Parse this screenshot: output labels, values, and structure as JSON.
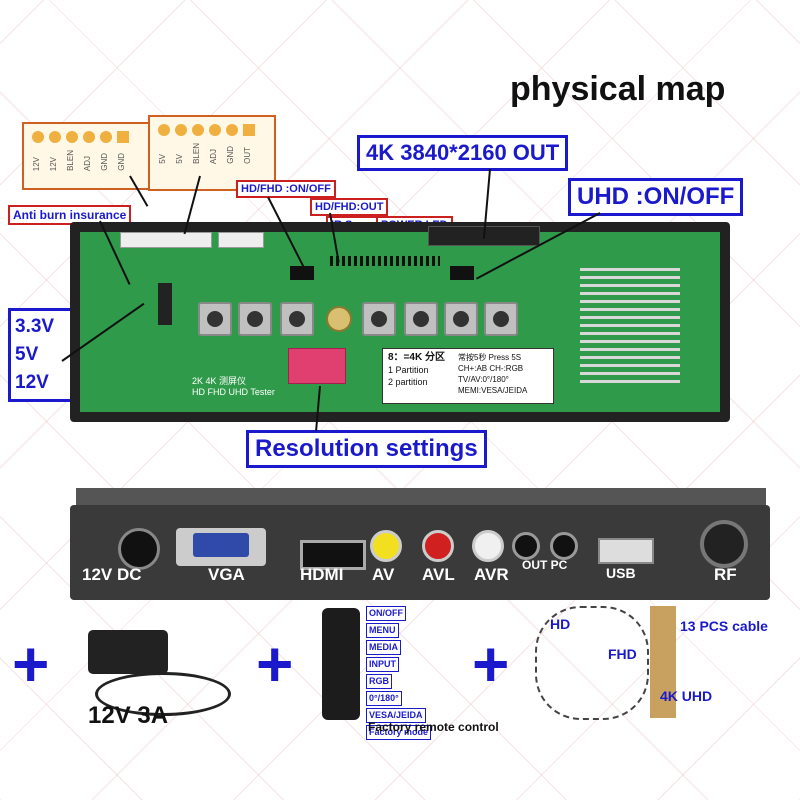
{
  "title": "physical map",
  "labels": {
    "out4k": "4K 3840*2160 OUT",
    "uhd": "UHD :ON/OFF",
    "hdfhd_onoff": "HD/FHD :ON/OFF",
    "hdfhd_out": "HD/FHD:OUT",
    "ir_sensor": "IR Sensor",
    "power_led": "POWER LED",
    "anti_burn": "Anti burn insurance",
    "v33": "3.3V",
    "v5": "5V",
    "v12": "12V",
    "resolution": "Resolution settings"
  },
  "pins_left": [
    "12V",
    "12V",
    "BLEN",
    "ADJ",
    "GND",
    "GND"
  ],
  "pins_right": [
    "5V",
    "5V",
    "BLEN",
    "ADJ",
    "GND",
    "OUT"
  ],
  "board": {
    "silk": "2K 4K 测屏仪",
    "silk2": "HD FHD UHD Tester",
    "info_lines": [
      "8：=4K 分区",
      "1 Partition",
      "2 partition"
    ],
    "info_right": [
      "常按5秒 Press 5S",
      "CH+:AB  CH-:RGB",
      "TV/AV:0°/180°",
      "MEMI:VESA/JEIDA"
    ]
  },
  "ports": [
    "12V DC",
    "VGA",
    "HDMI",
    "AV",
    "AVL",
    "AVR",
    "OUT PC",
    "USB",
    "RF"
  ],
  "accessories": {
    "adapter": "12V 3A",
    "remote_items": [
      "ON/OFF",
      "MENU",
      "MEDIA",
      "INPUT",
      "RGB",
      "0°/180°",
      "VESA/JEIDA",
      "Factory mode"
    ],
    "remote_caption": "Factory remote control",
    "cables_title": "13 PCS cable",
    "cable_hd": "HD",
    "cable_fhd": "FHD",
    "cable_4k": "4K UHD"
  },
  "colors": {
    "accent": "#1a1acc",
    "pcb": "#2f9a4a",
    "label_border": "#cc2020"
  }
}
